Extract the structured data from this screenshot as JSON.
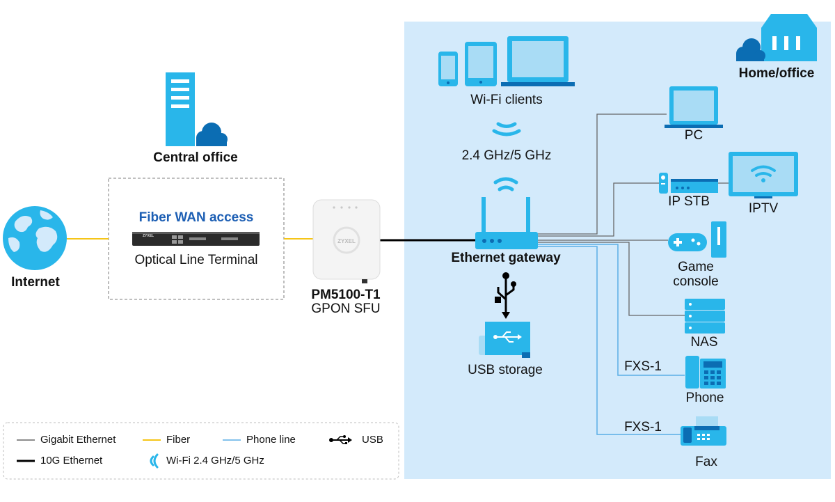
{
  "colors": {
    "home_bg": "#d3eafb",
    "icon_blue": "#29b6ea",
    "icon_dark": "#0b6db3",
    "fiber": "#f5c518",
    "gigabit": "#666666",
    "phone_line": "#5aaee6",
    "ten_g": "#000000",
    "title_blue": "#1d5fb4"
  },
  "nodes": {
    "internet": "Internet",
    "central_office": "Central office",
    "fiber_wan": "Fiber WAN access",
    "olt": "Optical Line Terminal",
    "device_model": "PM5100-T1",
    "device_type": "GPON SFU",
    "home_office": "Home/office",
    "wifi_clients": "Wi-Fi clients",
    "wifi_band": "2.4 GHz/5 GHz",
    "gateway": "Ethernet gateway",
    "usb_storage": "USB storage",
    "pc": "PC",
    "ip_stb": "IP STB",
    "iptv": "IPTV",
    "game_console_1": "Game",
    "game_console_2": "console",
    "nas": "NAS",
    "phone": "Phone",
    "fax": "Fax",
    "fxs_phone": "FXS-1",
    "fxs_fax": "FXS-1",
    "olt_brand": "ZYXEL",
    "device_brand": "ZYXEL"
  },
  "legend": {
    "gigabit": "Gigabit Ethernet",
    "fiber": "Fiber",
    "phone_line": "Phone line",
    "usb": "USB",
    "ten_g": "10G Ethernet",
    "wifi": "Wi-Fi 2.4 GHz/5 GHz"
  }
}
